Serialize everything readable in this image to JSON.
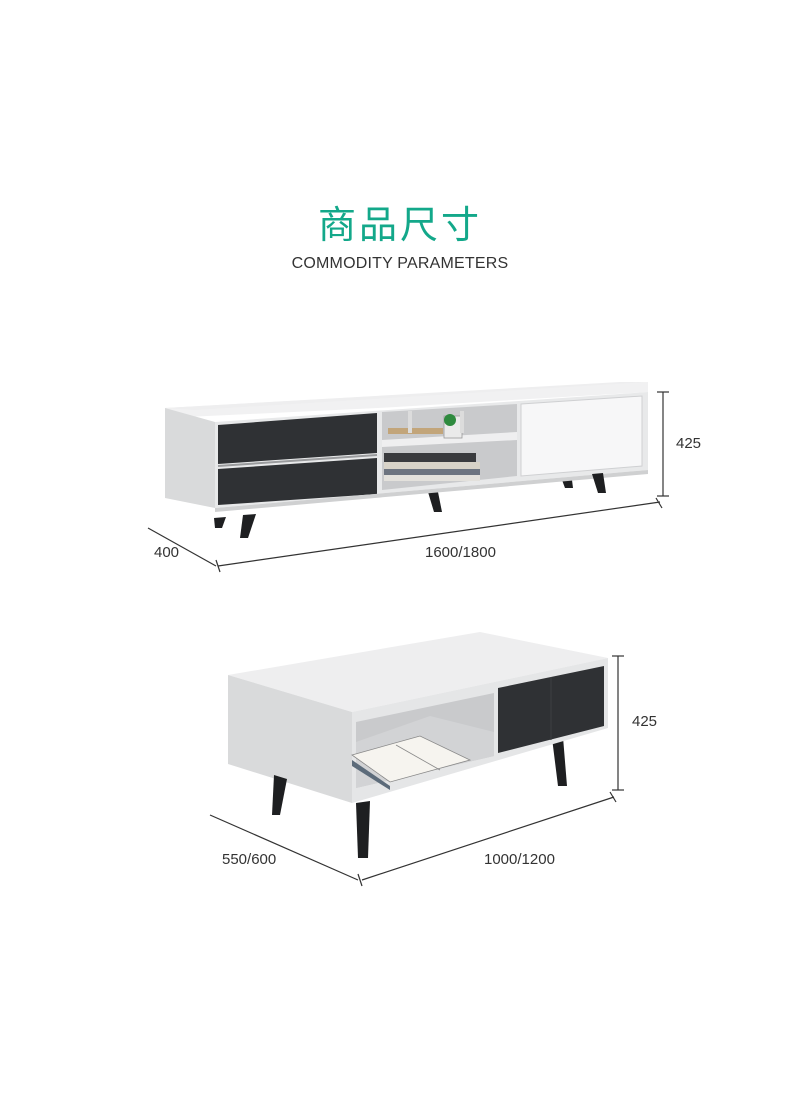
{
  "header": {
    "title_cn": "商品尺寸",
    "title_en": "COMMODITY PARAMETERS"
  },
  "tv_cabinet": {
    "depth": "400",
    "width": "1600/1800",
    "height": "425"
  },
  "coffee_table": {
    "depth": "550/600",
    "width": "1000/1200",
    "height": "425"
  },
  "colors": {
    "accent": "#13a88a",
    "panel_dark": "#2f3134",
    "body_light": "#e6e7e8"
  }
}
